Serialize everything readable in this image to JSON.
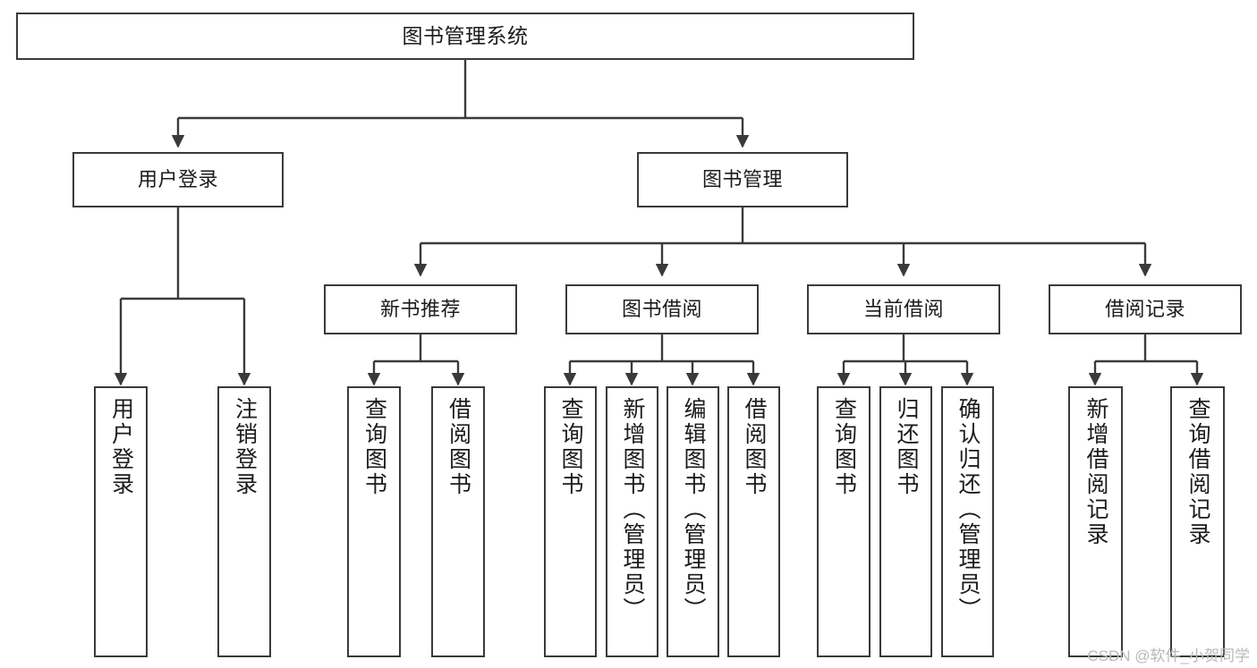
{
  "diagram": {
    "title": "图书管理系统",
    "type": "tree-hierarchy-chart",
    "watermark": "CSDN @软件_小贺同学",
    "colors": {
      "box_border": "#3a3a3a",
      "box_fill": "#ffffff",
      "edge": "#3a3a3a",
      "text": "#1b1b1b",
      "watermark": "#b9b9b9"
    },
    "root": {
      "label": "图书管理系统"
    },
    "level2": [
      {
        "label": "用户登录"
      },
      {
        "label": "图书管理"
      }
    ],
    "level3": [
      {
        "label": "新书推荐"
      },
      {
        "label": "图书借阅"
      },
      {
        "label": "当前借阅"
      },
      {
        "label": "借阅记录"
      }
    ],
    "leaves": {
      "user_login": [
        {
          "label": "用户登录"
        },
        {
          "label": "注销登录"
        }
      ],
      "new_book_recommend": [
        {
          "label": "查询图书"
        },
        {
          "label": "借阅图书"
        }
      ],
      "book_borrow": [
        {
          "label": "查询图书"
        },
        {
          "label": "新增图书（管理员）"
        },
        {
          "label": "编辑图书（管理员）"
        },
        {
          "label": "借阅图书"
        }
      ],
      "current_borrow": [
        {
          "label": "查询图书"
        },
        {
          "label": "归还图书"
        },
        {
          "label": "确认归还（管理员）"
        }
      ],
      "borrow_record": [
        {
          "label": "新增借阅记录"
        },
        {
          "label": "查询借阅记录"
        }
      ]
    }
  }
}
